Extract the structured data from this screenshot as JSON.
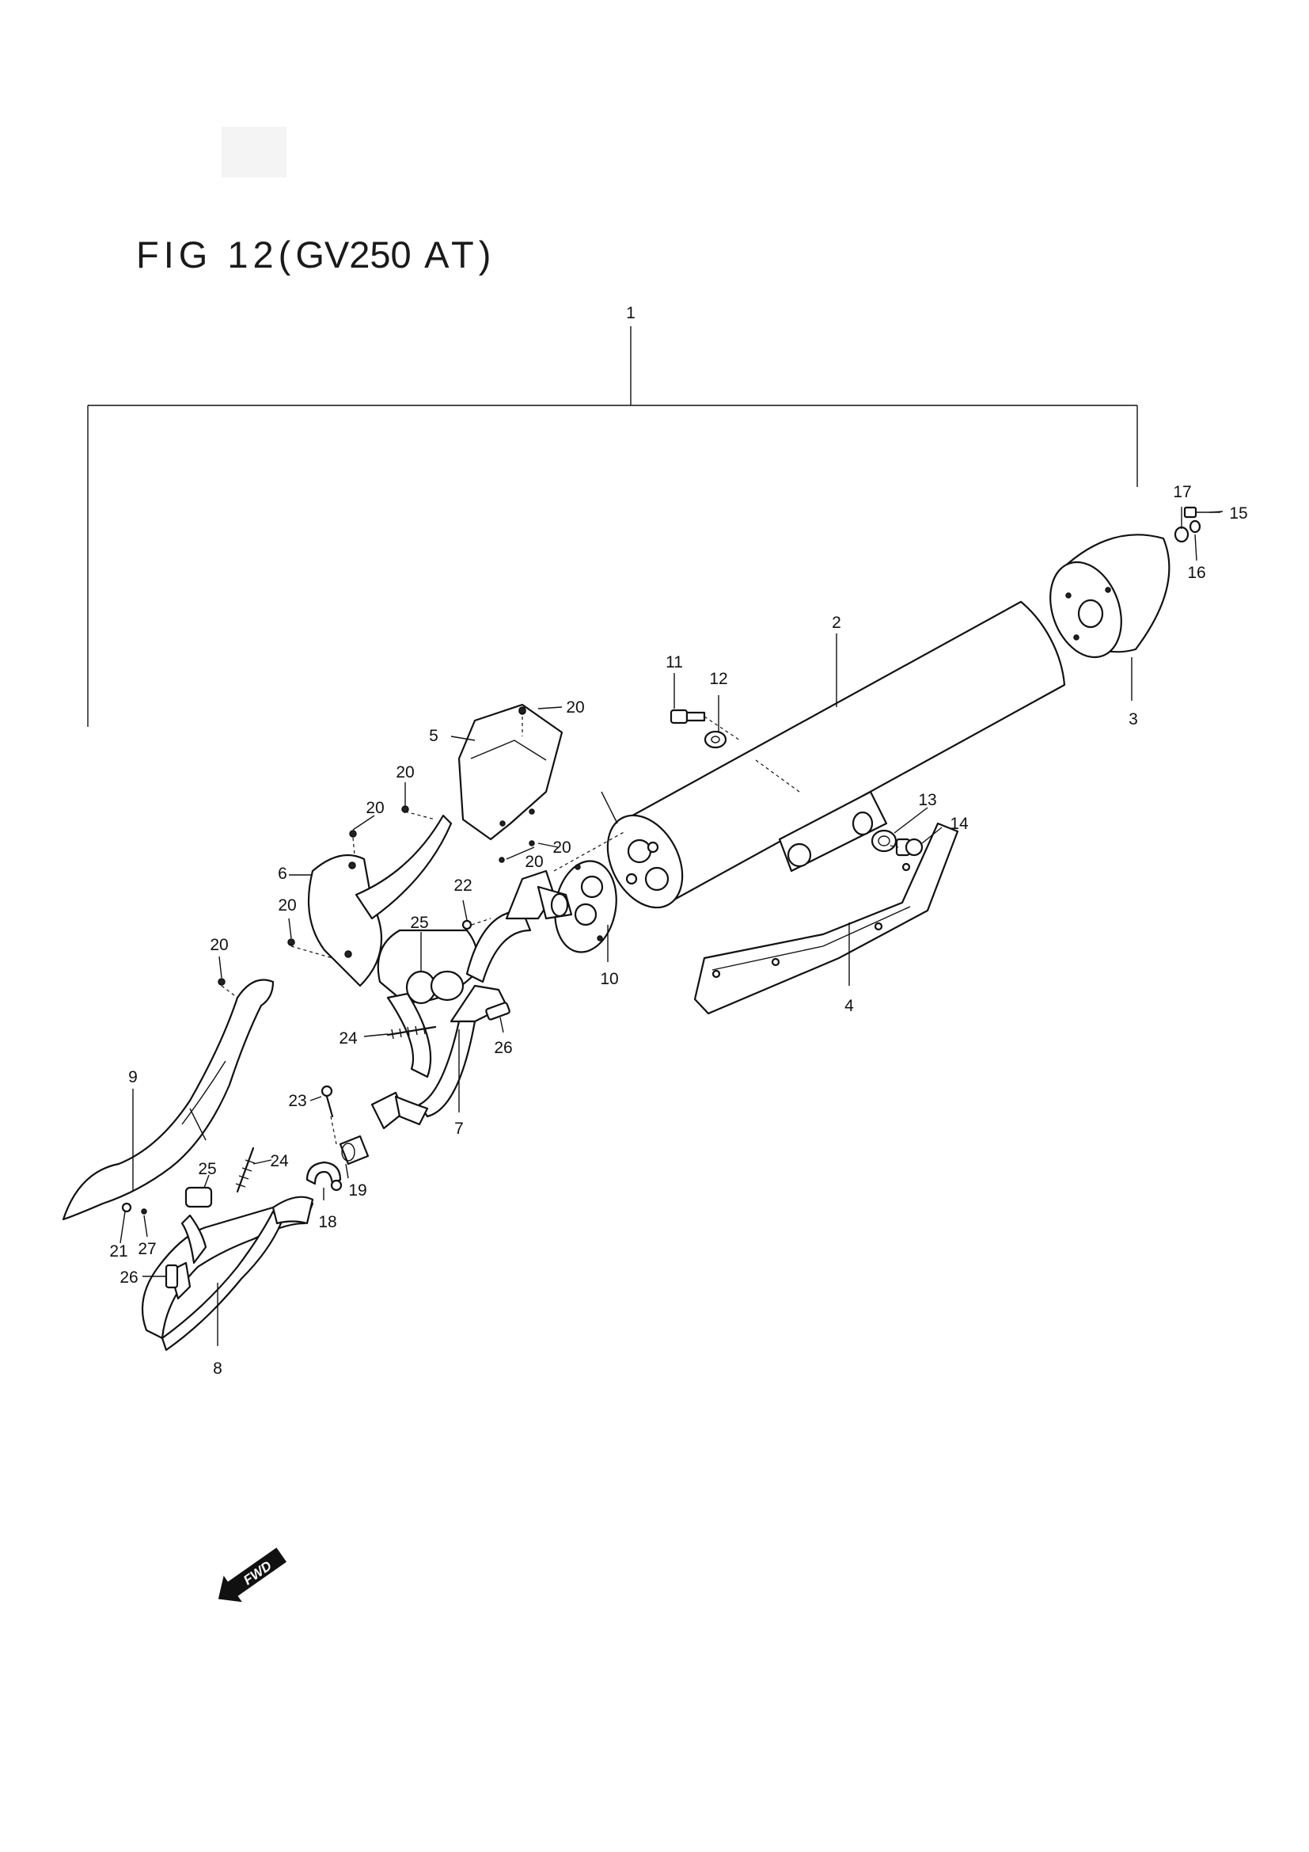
{
  "figure": {
    "title_prefix": "FIG 12(",
    "title_model": "GV250",
    "title_suffix": " AT)"
  },
  "fwd_label": "FWD",
  "callouts": [
    "1",
    "2",
    "3",
    "4",
    "5",
    "6",
    "7",
    "8",
    "9",
    "10",
    "11",
    "12",
    "13",
    "14",
    "15",
    "16",
    "17",
    "18",
    "19",
    "20",
    "20",
    "20",
    "20",
    "20",
    "20",
    "20",
    "21",
    "22",
    "23",
    "24",
    "24",
    "25",
    "25",
    "26",
    "26",
    "27"
  ],
  "colors": {
    "ink": "#111111",
    "background": "#ffffff"
  }
}
